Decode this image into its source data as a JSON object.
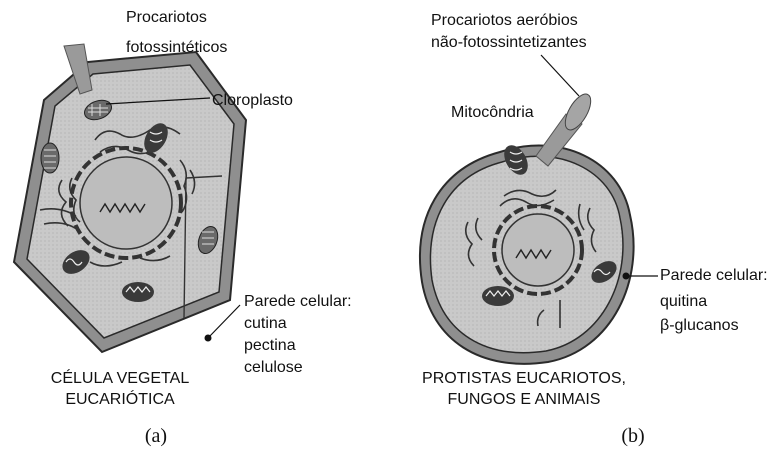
{
  "panel_a": {
    "source_label_line1": "Procariotos",
    "source_label_line2": "fotossintéticos",
    "organelle_label": "Cloroplasto",
    "wall_label": "Parede celular:",
    "wall_components": [
      "cutina",
      "pectina",
      "celulose"
    ],
    "title_line1": "CÉLULA VEGETAL",
    "title_line2": "EUCARIÓTICA",
    "caption": "(a)"
  },
  "panel_b": {
    "source_label_line1": "Procariotos aeróbios",
    "source_label_line2": "não-fotossintetizantes",
    "organelle_label": "Mitocôndria",
    "wall_label": "Parede celular:",
    "wall_components": [
      "quitina",
      "β-glucanos"
    ],
    "title_line1": "PROTISTAS EUCARIOTOS,",
    "title_line2": "FUNGOS E ANIMAIS",
    "caption": "(b)"
  },
  "colors": {
    "outline": "#2a2a2a",
    "wall_fill": "#8f8f8f",
    "cytoplasm_fill": "#c9c9c9",
    "nucleus_fill": "#bdbdbd",
    "organelle_dark": "#3a3a3a"
  }
}
